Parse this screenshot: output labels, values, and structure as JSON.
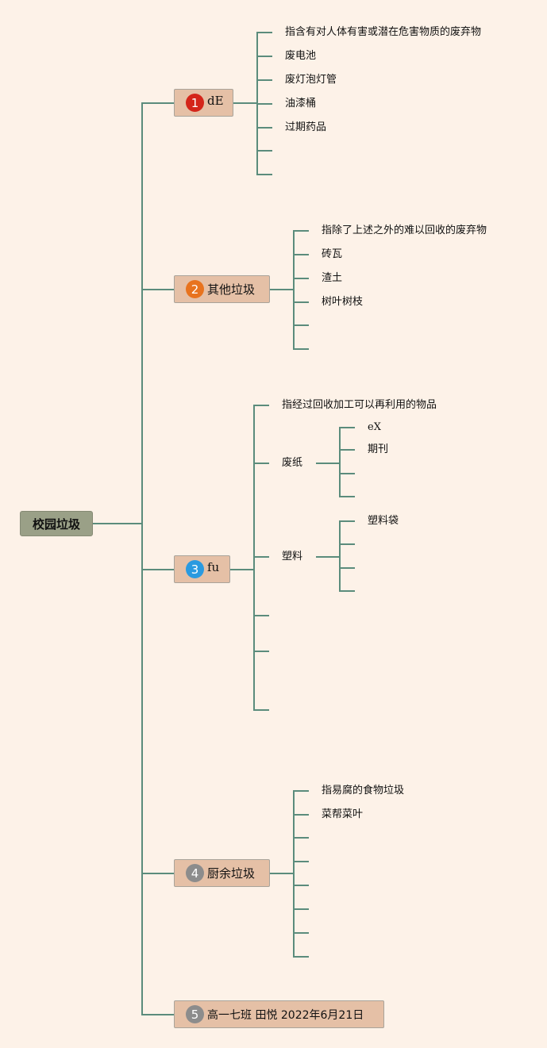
{
  "root": "校园垃圾",
  "colors": {
    "line": "#5b8c7c",
    "root_fill": "#9aa087",
    "branch_fill": "#e5c0a6",
    "background": "#fdf2e8",
    "badge_1": "#d4251a",
    "badge_2": "#e8731e",
    "badge_3": "#2a9ae0",
    "badge_4": "#8c8c8c",
    "badge_5": "#8c8c8c"
  },
  "branches": [
    {
      "number": "1",
      "label": "dE",
      "leaves": [
        "指含有对人体有害或潜在危害物质的废弃物",
        "废电池",
        "废灯泡灯管",
        "油漆桶",
        "过期药品"
      ]
    },
    {
      "number": "2",
      "label": "其他垃圾",
      "leaves": [
        "指除了上述之外的难以回收的废弃物",
        "砖瓦",
        "渣土",
        "树叶树枝"
      ]
    },
    {
      "number": "3",
      "label": "fu",
      "leaves": [
        "指经过回收加工可以再利用的物品"
      ],
      "sub": [
        {
          "label": "废纸",
          "leaves": [
            "eX",
            "期刊"
          ]
        },
        {
          "label": "塑料",
          "leaves": [
            "塑料袋"
          ]
        }
      ]
    },
    {
      "number": "4",
      "label": "厨余垃圾",
      "leaves": [
        "指易腐的食物垃圾",
        "菜帮菜叶"
      ]
    },
    {
      "number": "5",
      "label": "高一七班 田悦 2022年6月21日"
    }
  ]
}
